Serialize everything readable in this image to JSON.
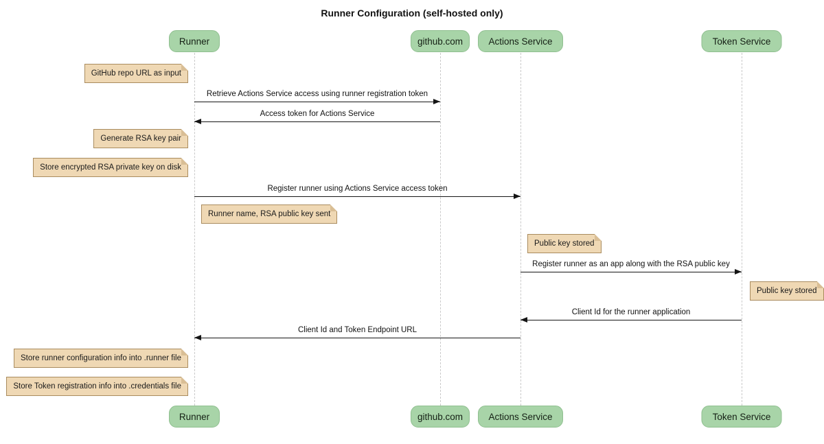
{
  "title": "Runner Configuration (self-hosted only)",
  "diagram_type": "sequence",
  "colors": {
    "actor_fill": "#A8D4A8",
    "actor_border": "#8FBF8F",
    "note_fill": "#EFD8B4",
    "note_border": "#A98B5E",
    "lifeline": "#C9C9C9",
    "arrow": "#151515",
    "background": "#FFFFFF"
  },
  "participants": [
    {
      "label": "Runner"
    },
    {
      "label": "github.com"
    },
    {
      "label": "Actions Service"
    },
    {
      "label": "Token Service"
    }
  ],
  "messages": [
    {
      "from": "Runner",
      "to": "github.com",
      "text": "Retrieve Actions Service access using runner registration token"
    },
    {
      "from": "github.com",
      "to": "Runner",
      "text": "Access token for Actions Service"
    },
    {
      "from": "Runner",
      "to": "Actions Service",
      "text": "Register runner using Actions Service access token"
    },
    {
      "from": "Actions Service",
      "to": "Token Service",
      "text": "Register runner as an app along with the RSA public key"
    },
    {
      "from": "Token Service",
      "to": "Actions Service",
      "text": "Client Id for the runner application"
    },
    {
      "from": "Actions Service",
      "to": "Runner",
      "text": "Client Id and Token Endpoint URL"
    }
  ],
  "notes": [
    {
      "over": "Runner",
      "text": "GitHub repo URL as input"
    },
    {
      "over": "Runner",
      "text": "Generate RSA key pair"
    },
    {
      "over": "Runner",
      "text": "Store encrypted RSA private key on disk"
    },
    {
      "over": "Runner",
      "text": "Runner name, RSA public key sent"
    },
    {
      "over": "Actions Service",
      "text": "Public key stored"
    },
    {
      "over": "Token Service",
      "text": "Public key stored"
    },
    {
      "over": "Runner",
      "text": "Store runner configuration info into .runner file"
    },
    {
      "over": "Runner",
      "text": "Store Token registration info into .credentials file"
    }
  ]
}
